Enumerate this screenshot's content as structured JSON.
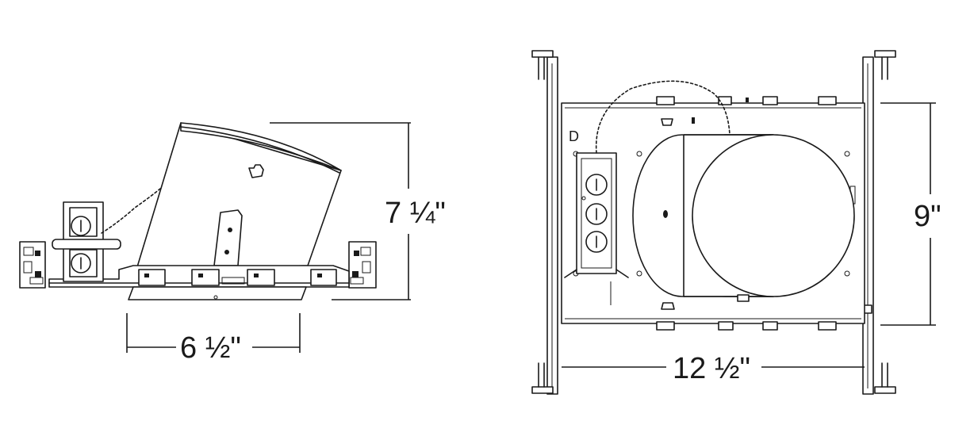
{
  "dimensions": {
    "side_height": "7 ¼\"",
    "side_depth": "6 ½\"",
    "plan_depth": "9\"",
    "plan_width": "12 ½\""
  }
}
